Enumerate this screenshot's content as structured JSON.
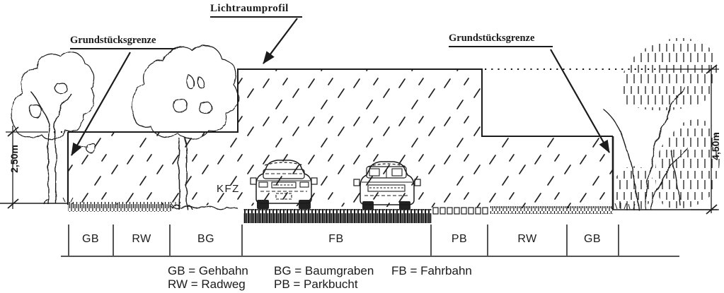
{
  "title": {
    "label": "Lichtraumprofil"
  },
  "callouts": {
    "left_boundary": "Grundstücksgrenze",
    "right_boundary": "Grundstücksgrenze"
  },
  "annotations": {
    "vehicle": "KFZ"
  },
  "dimensions": {
    "left_height": "2,50m",
    "right_height": "4,50m"
  },
  "zones": [
    {
      "code": "GB"
    },
    {
      "code": "RW"
    },
    {
      "code": "BG"
    },
    {
      "code": "FB"
    },
    {
      "code": "PB"
    },
    {
      "code": "RW"
    },
    {
      "code": "GB"
    }
  ],
  "legend": {
    "row1": [
      {
        "text": "GB = Gehbahn"
      },
      {
        "text": "BG = Baumgraben"
      },
      {
        "text": "FB = Fahrbahn"
      }
    ],
    "row2": [
      {
        "text": "RW = Radweg"
      },
      {
        "text": "PB = Parkbucht"
      }
    ]
  },
  "colors": {
    "ink": "#1b1b1b",
    "paper": "#ffffff"
  }
}
